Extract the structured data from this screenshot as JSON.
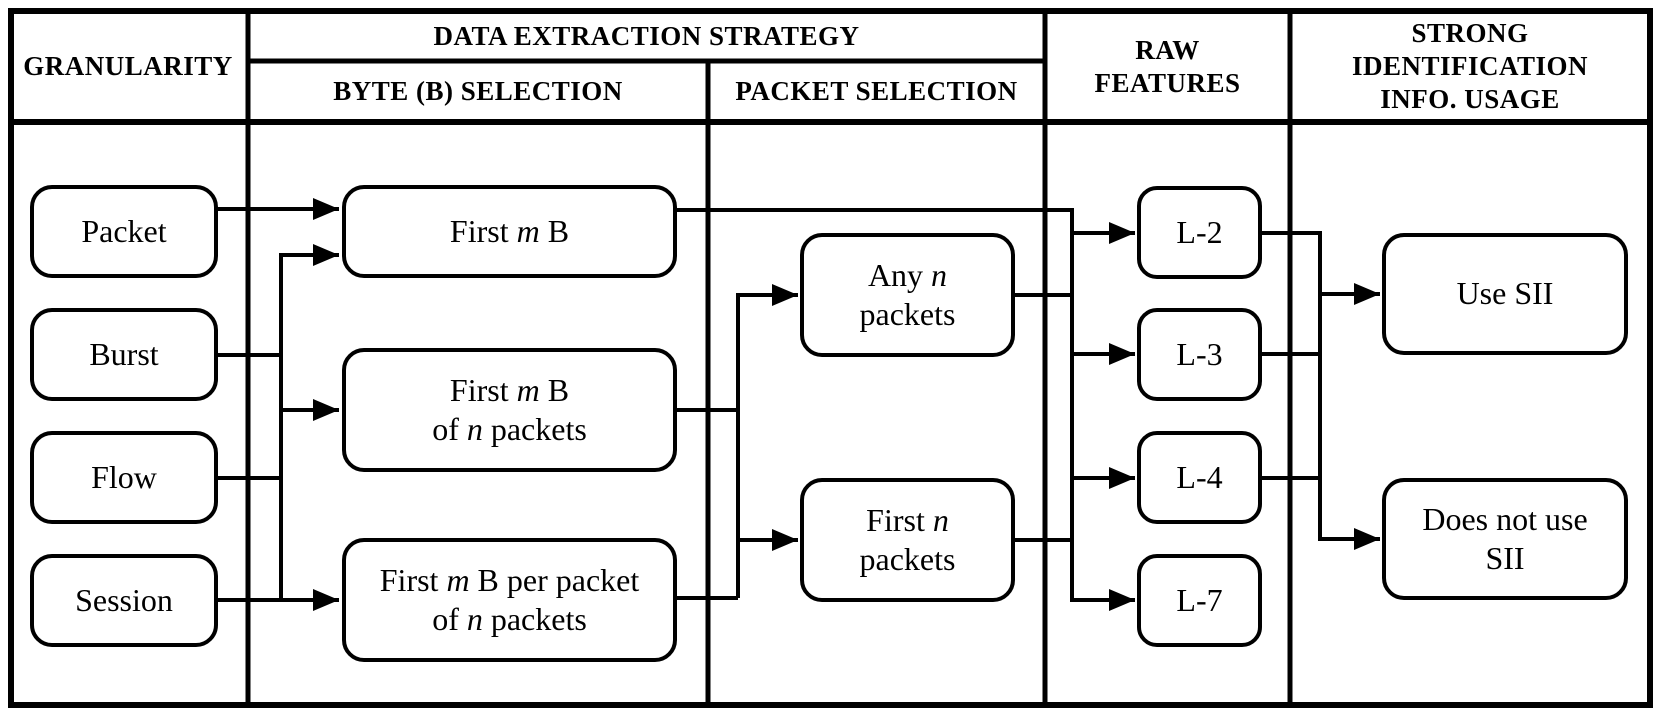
{
  "colors": {
    "line": "#000000",
    "text": "#000000",
    "background": "#ffffff"
  },
  "header": {
    "granularity": "GRANULARITY",
    "data_extraction": "DATA EXTRACTION STRATEGY",
    "byte_selection": "BYTE (B) SELECTION",
    "packet_selection": "PACKET SELECTION",
    "raw_features": {
      "line1": "RAW",
      "line2": "FEATURES"
    },
    "strong_id": {
      "line1": "STRONG",
      "line2": "IDENTIFICATION",
      "line3": "INFO. USAGE"
    }
  },
  "granularity": {
    "packet": "Packet",
    "burst": "Burst",
    "flow": "Flow",
    "session": "Session"
  },
  "byte_selection": {
    "first_m_b": {
      "p1": "First ",
      "p2": "m",
      "p3": " B"
    },
    "first_m_b_of_n": {
      "l1p1": "First ",
      "l1p2": "m",
      "l1p3": " B",
      "l2p1": "of ",
      "l2p2": "n",
      "l2p3": " packets"
    },
    "first_m_b_per_pkt": {
      "l1p1": "First ",
      "l1p2": "m",
      "l1p3": " B per packet",
      "l2p1": "of ",
      "l2p2": "n",
      "l2p3": " packets"
    }
  },
  "packet_selection": {
    "any_n": {
      "l1p1": "Any ",
      "l1p2": "n",
      "l2": "packets"
    },
    "first_n": {
      "l1p1": "First ",
      "l1p2": "n",
      "l2": "packets"
    }
  },
  "raw_features": {
    "l2": "L-2",
    "l3": "L-3",
    "l4": "L-4",
    "l7": "L-7"
  },
  "sii": {
    "use": "Use SII",
    "does_not": {
      "l1": "Does not use",
      "l2": "SII"
    }
  },
  "edges": [
    {
      "from": [
        "Packet"
      ],
      "to": "First m B"
    },
    {
      "from": [
        "Burst",
        "Flow",
        "Session"
      ],
      "to": "First m B"
    },
    {
      "from": [
        "Burst",
        "Flow",
        "Session"
      ],
      "to": "First m B of n packets"
    },
    {
      "from": [
        "Burst",
        "Flow",
        "Session"
      ],
      "to": "First m B per packet of n packets"
    },
    {
      "from": [
        "First m B of n packets",
        "First m B per packet of n packets"
      ],
      "to": "Any n packets"
    },
    {
      "from": [
        "First m B of n packets",
        "First m B per packet of n packets"
      ],
      "to": "First n packets"
    },
    {
      "from": [
        "First m B",
        "Any n packets",
        "First n packets"
      ],
      "to": "L-2"
    },
    {
      "from": [
        "First m B",
        "Any n packets",
        "First n packets"
      ],
      "to": "L-3"
    },
    {
      "from": [
        "First m B",
        "Any n packets",
        "First n packets"
      ],
      "to": "L-4"
    },
    {
      "from": [
        "First m B",
        "Any n packets",
        "First n packets"
      ],
      "to": "L-7"
    },
    {
      "from": [
        "L-2",
        "L-3",
        "L-4"
      ],
      "to": "Use SII"
    },
    {
      "from": [
        "L-2",
        "L-3",
        "L-4"
      ],
      "to": "Does not use SII"
    }
  ]
}
